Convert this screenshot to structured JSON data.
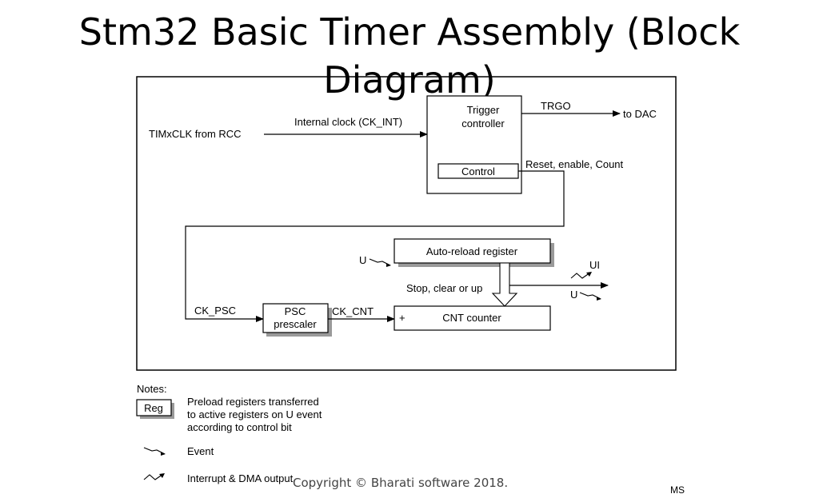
{
  "title": "Stm32 Basic Timer Assembly (Block Diagram)",
  "diagram": {
    "timxclk": "TIMxCLK from RCC",
    "internal_clock": "Internal clock (CK_INT)",
    "trigger_controller_line1": "Trigger",
    "trigger_controller_line2": "controller",
    "control": "Control",
    "trgo": "TRGO",
    "to_dac": "to DAC",
    "reset_enable_count": "Reset, enable, Count",
    "u_event_left": "U",
    "auto_reload": "Auto-reload register",
    "stop_clear": "Stop, clear or up",
    "ui": "UI",
    "u_event_right": "U",
    "ck_psc": "CK_PSC",
    "psc_line1": "PSC",
    "psc_line2": "prescaler",
    "ck_cnt": "CK_CNT",
    "plus": "+",
    "cnt_counter": "CNT counter"
  },
  "notes": {
    "heading": "Notes:",
    "reg_box": "Reg",
    "reg_line1": "Preload registers transferred",
    "reg_line2": "to active registers on U event",
    "reg_line3": "according to control bit",
    "event": "Event",
    "interrupt": "Interrupt & DMA output"
  },
  "copyright": "Copyright © Bharati software 2018.",
  "ms_tag": "MS"
}
